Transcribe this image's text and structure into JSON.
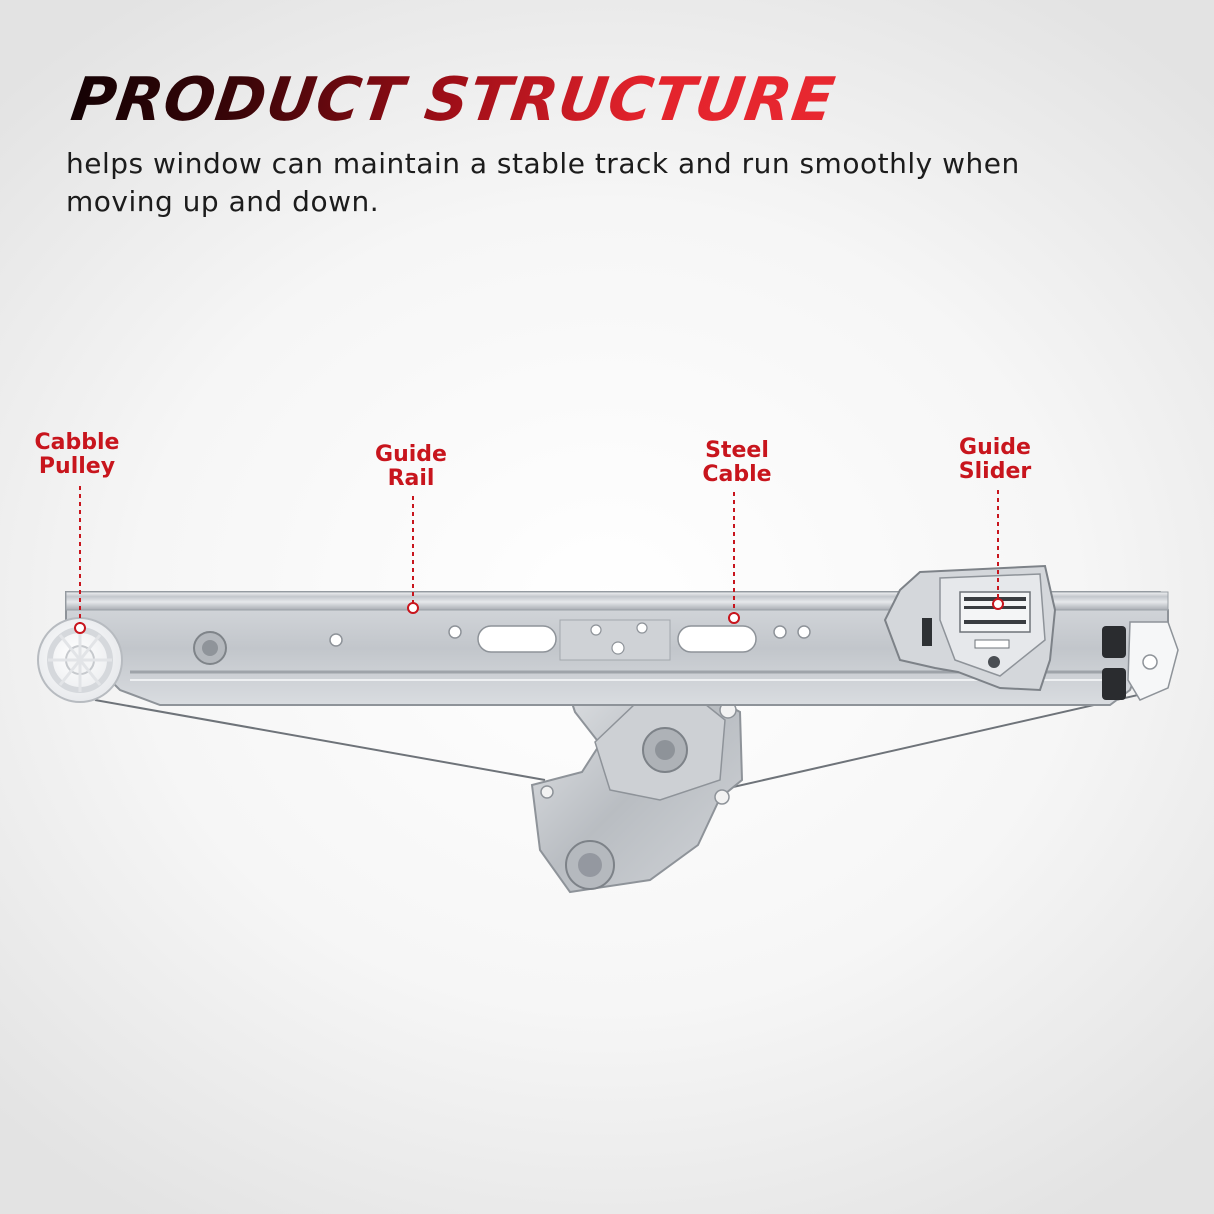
{
  "headline": "PRODUCT STRUCTURE",
  "subtitle": "helps window can maintain a stable track and run smoothly when moving up and down.",
  "callouts": {
    "cabble_pulley": {
      "line1": "Cabble",
      "line2": "Pulley"
    },
    "guide_rail": {
      "line1": "Guide",
      "line2": "Rail"
    },
    "steel_cable": {
      "line1": "Steel",
      "line2": "Cable"
    },
    "guide_slider": {
      "line1": "Guide",
      "line2": "Slider"
    }
  },
  "colors": {
    "accent_red": "#c8151d",
    "headline_dark": "#1a0204",
    "text_dark": "#1c1c1c",
    "metal": "#c9ccd0"
  }
}
